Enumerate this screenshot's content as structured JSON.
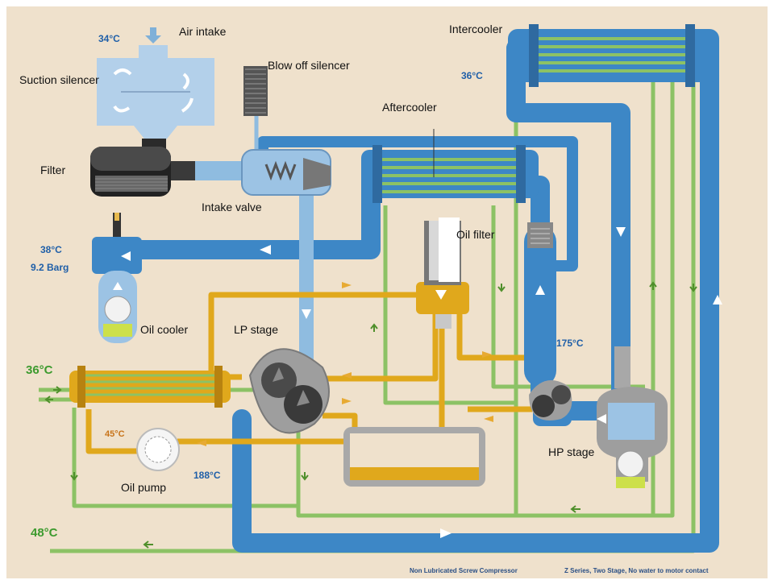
{
  "labels": {
    "air_intake": "Air intake",
    "suction_silencer": "Suction silencer",
    "blow_off_silencer": "Blow off silencer",
    "intercooler": "Intercooler",
    "aftercooler": "Aftercooler",
    "filter": "Filter",
    "intake_valve": "Intake valve",
    "oil_filter": "Oil filter",
    "oil_cooler": "Oil cooler",
    "lp_stage": "LP stage",
    "hp_stage": "HP stage",
    "oil_pump": "Oil pump"
  },
  "readings": {
    "air_intake_temp": "34°C",
    "intercooler_outlet_temp": "36°C",
    "outlet_temp": "38°C",
    "outlet_pressure": "9.2 Barg",
    "hp_discharge_temp": "175°C",
    "lp_discharge_temp": "188°C",
    "cooling_water_in_temp": "36°C",
    "cooling_water_out_temp": "48°C",
    "oil_temp": "45°C"
  },
  "footer": {
    "left": "Non Lubricated Screw Compressor",
    "right": "Z Series, Two Stage, No water to motor contact"
  },
  "colors": {
    "background": "#efe1cc",
    "air_pipe": "#3d87c6",
    "air_pipe_light": "#8fbce0",
    "water_pipe": "#8cc265",
    "oil_pipe": "#e0a81c",
    "housing": "#a8a8a8"
  }
}
